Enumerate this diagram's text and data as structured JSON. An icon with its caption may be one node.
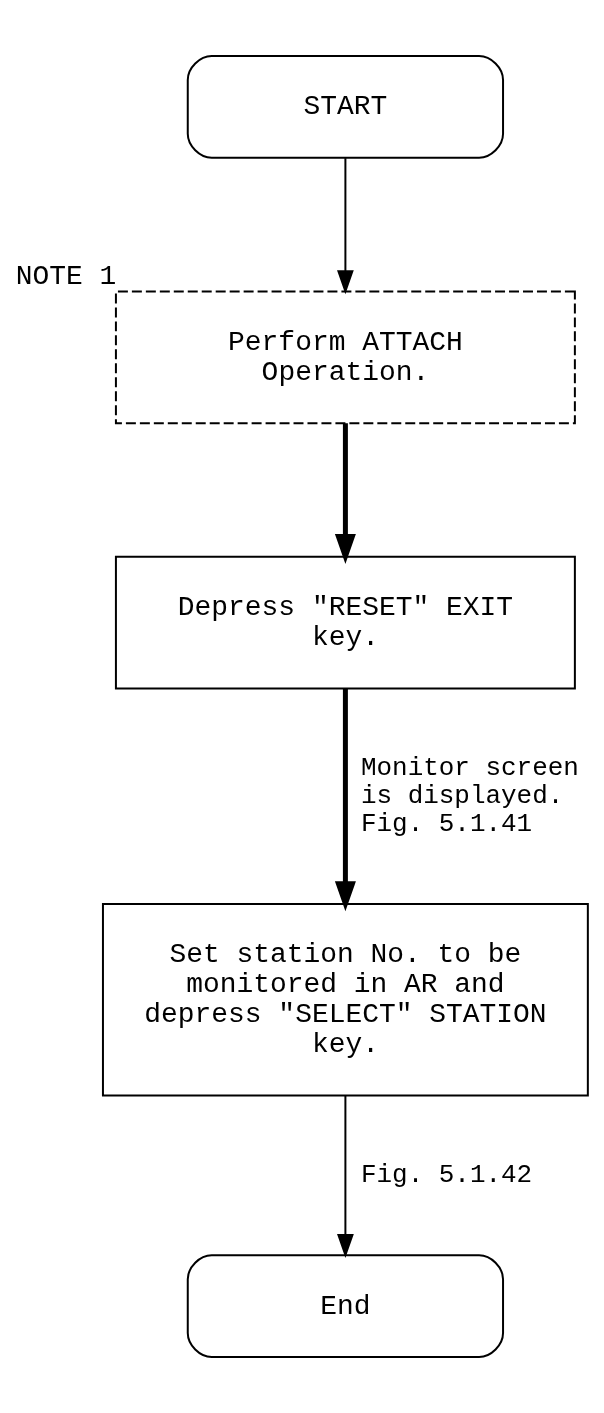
{
  "diagram": {
    "nodes": [
      {
        "text": [
          "START"
        ]
      },
      {
        "text": [
          "Perform ATTACH Operation."
        ],
        "beside": [
          "NOTE 1"
        ]
      },
      {
        "text": [
          "Depress \"RESET\" EXIT key."
        ]
      },
      {
        "text": [
          "Set station No. to be monitored in AR and depress \"SELECT\" STATION key."
        ]
      },
      {
        "text": [
          "End"
        ]
      }
    ],
    "edges": [
      {
        "from": 0,
        "to": 1,
        "arrow": "to"
      },
      {
        "from": 1,
        "to": 2,
        "arrow": "to",
        "style": "thick"
      },
      {
        "from": 2,
        "to": 3,
        "arrow": "to",
        "style": "thick",
        "label": "Monitor screen is displayed. Fig. 5.1.41"
      },
      {
        "from": 3,
        "to": 4,
        "arrow": "to",
        "label": "Fig. 5.1.42"
      }
    ]
  }
}
